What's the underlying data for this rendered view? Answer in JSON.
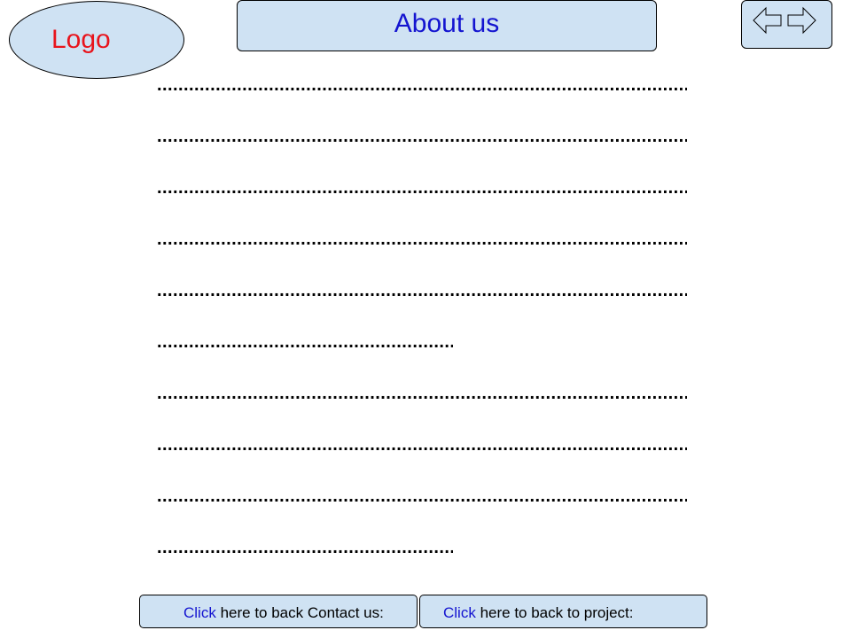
{
  "header": {
    "logo_label": "Logo",
    "title": "About us"
  },
  "nav": {
    "back_icon": "left-arrow-icon",
    "forward_icon": "right-arrow-icon"
  },
  "content": {
    "lines": [
      "...........................................................................................................",
      "...........................................................................................................",
      "...........................................................................................................",
      "...........................................................................................................",
      "...........................................................................................................",
      "..........................................................",
      "...........................................................................................................",
      "...........................................................................................................",
      "...........................................................................................................",
      ".........................................................."
    ]
  },
  "footer": {
    "contact": {
      "link_word": "Click",
      "rest": " here to back Contact us:"
    },
    "project": {
      "link_word": "Click",
      "rest": " here to back to project:"
    }
  },
  "colors": {
    "box_fill": "#cfe2f3",
    "logo_text": "#e8141c",
    "title_text": "#1414d0",
    "link_text": "#1414d0"
  }
}
